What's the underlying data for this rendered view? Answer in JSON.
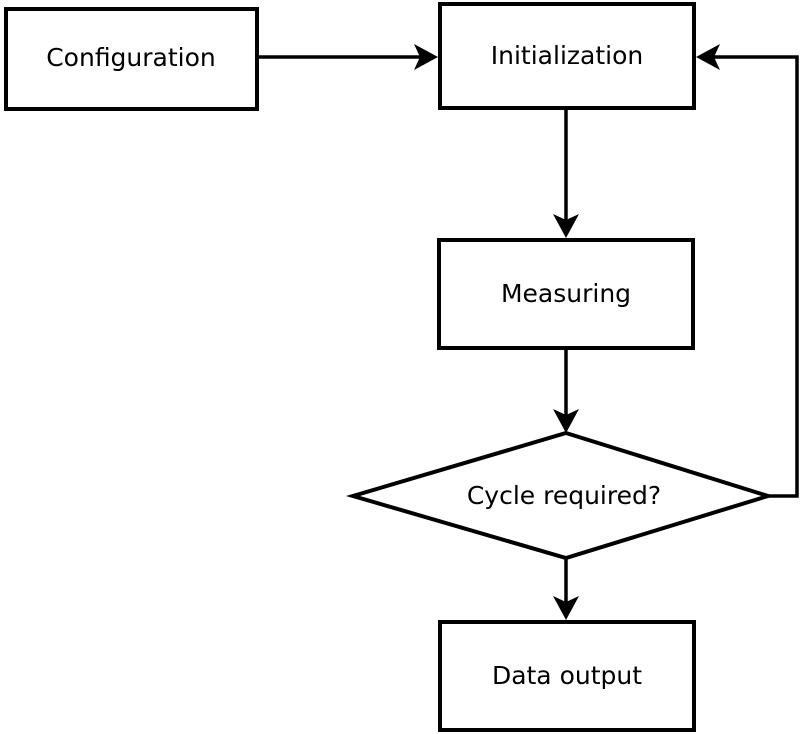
{
  "diagram": {
    "type": "flowchart",
    "background_color": "#ffffff",
    "line_color": "#000000",
    "text_color": "#000000",
    "nodes": [
      {
        "id": "configuration",
        "shape": "rect",
        "label": "Configuration"
      },
      {
        "id": "initialization",
        "shape": "rect",
        "label": "Initialization"
      },
      {
        "id": "measuring",
        "shape": "rect",
        "label": "Measuring"
      },
      {
        "id": "cycle-required",
        "shape": "diamond",
        "label": "Cycle required?"
      },
      {
        "id": "data-output",
        "shape": "rect",
        "label": "Data output"
      }
    ],
    "edges": [
      {
        "from": "configuration",
        "to": "initialization",
        "style": "arrow-right"
      },
      {
        "from": "initialization",
        "to": "measuring",
        "style": "arrow-down"
      },
      {
        "from": "measuring",
        "to": "cycle-required",
        "style": "arrow-down"
      },
      {
        "from": "cycle-required",
        "to": "data-output",
        "style": "arrow-down"
      },
      {
        "from": "cycle-required",
        "to": "initialization",
        "style": "feedback-loop-right"
      }
    ]
  }
}
